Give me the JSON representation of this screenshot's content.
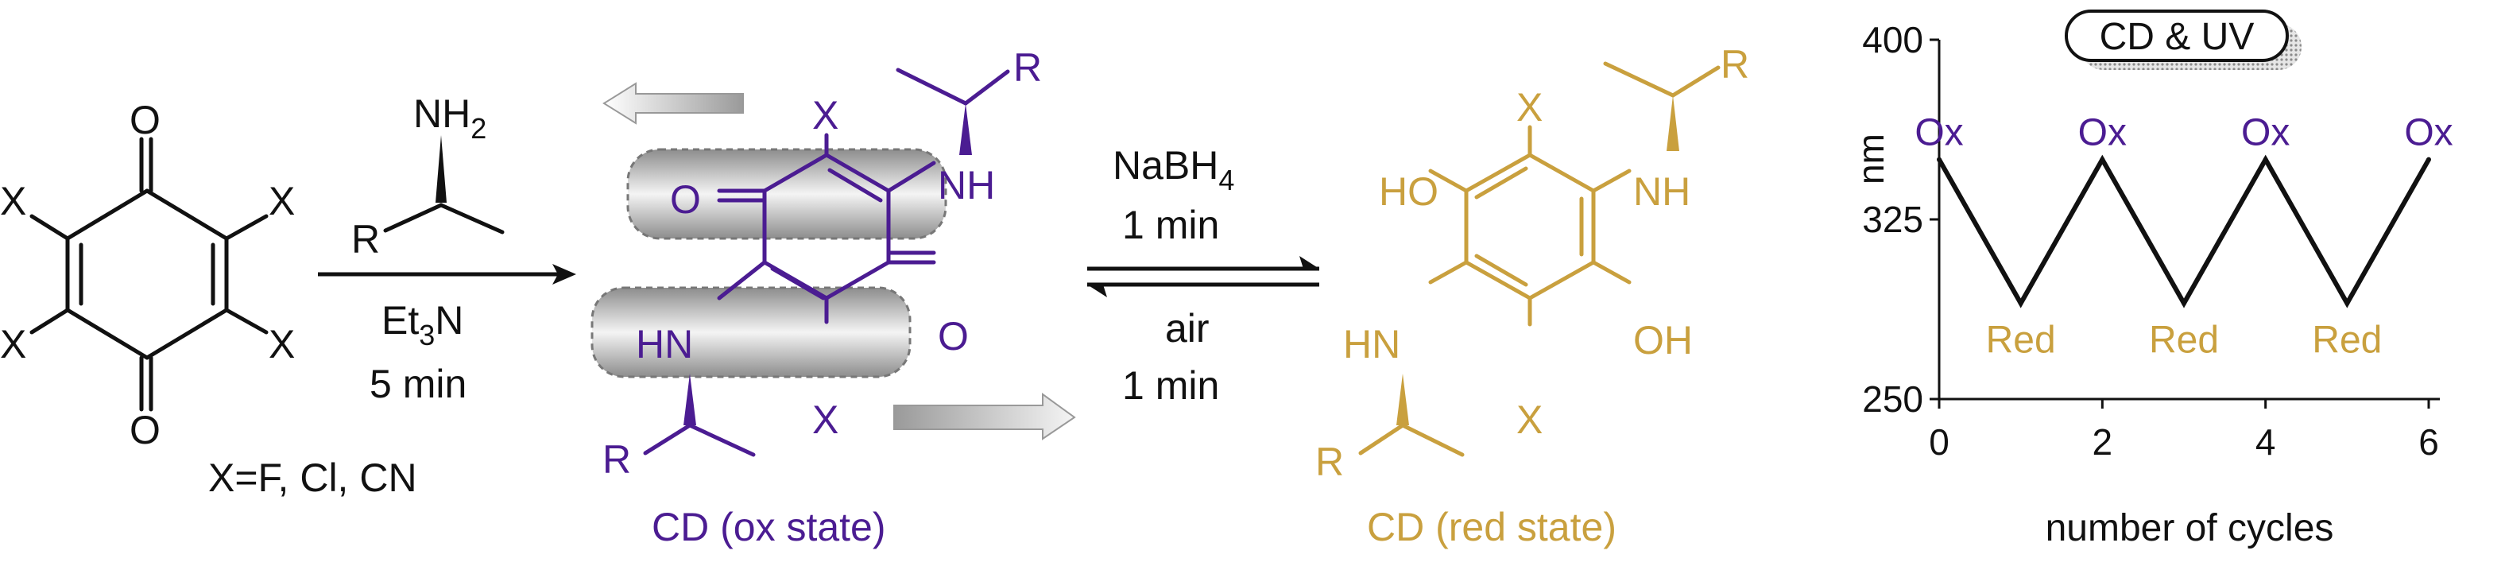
{
  "colors": {
    "text": "#111111",
    "ox_state": "#4b1c92",
    "red_state": "#c9a03e",
    "pill_gray": "#9a9a9a",
    "arrow_gray": "#b8b8b8"
  },
  "reactant": {
    "atom_O": "O",
    "atom_X": "X",
    "conditions": "X=F, Cl, CN"
  },
  "amine": {
    "nh2": "NH",
    "nh2_sub": "2",
    "r": "R"
  },
  "step1": {
    "reagent": "Et",
    "reagent_sub": "3",
    "reagent_tail": "N",
    "time": "5 min"
  },
  "ox_molecule": {
    "atom_O": "O",
    "atom_X": "X",
    "nh": "NH",
    "hn": "HN",
    "r": "R",
    "caption": "CD (ox state)"
  },
  "step2": {
    "forward_reagent": "NaBH",
    "forward_sub": "4",
    "forward_time": "1 min",
    "reverse_reagent": "air",
    "reverse_time": "1 min"
  },
  "red_molecule": {
    "ho": "HO",
    "oh": "OH",
    "atom_X": "X",
    "nh": "NH",
    "hn": "HN",
    "r": "R",
    "caption": "CD (red state)"
  },
  "chart_data": {
    "type": "line",
    "title": "CD & UV",
    "xlabel": "number of cycles",
    "ylabel": "nm",
    "xlim": [
      0,
      6
    ],
    "ylim": [
      250,
      400
    ],
    "x_ticks": [
      "0",
      "2",
      "4",
      "6"
    ],
    "y_ticks": [
      "400",
      "325",
      "250"
    ],
    "series": [
      {
        "x": [
          0,
          1,
          2,
          3,
          4,
          5,
          6
        ],
        "values": [
          350,
          290,
          350,
          290,
          350,
          290,
          350
        ]
      }
    ],
    "annotations": {
      "ox_label": "Ox",
      "red_label": "Red",
      "ox_at": [
        0,
        2,
        4,
        6
      ],
      "red_at": [
        1,
        3,
        5
      ]
    }
  }
}
